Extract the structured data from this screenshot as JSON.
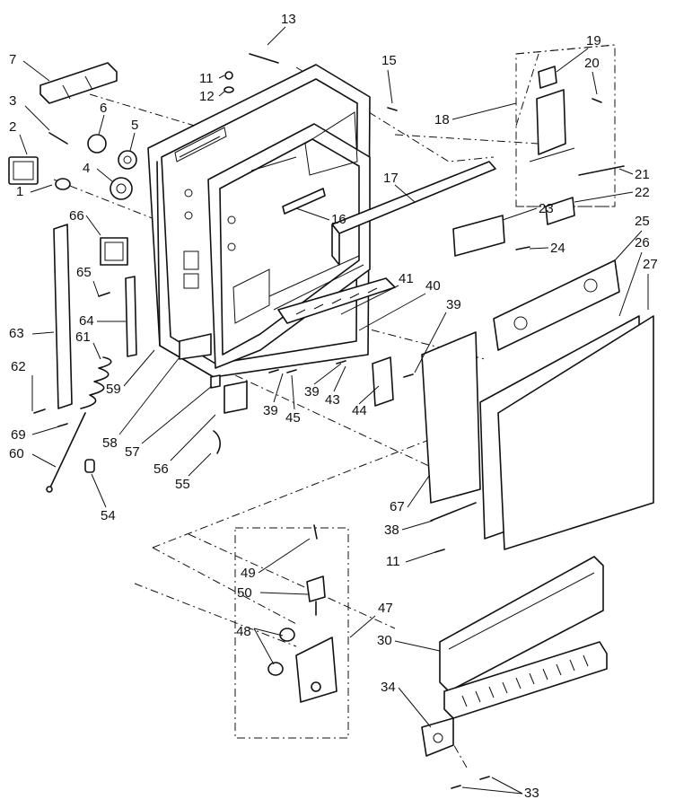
{
  "callouts": [
    {
      "id": "c1",
      "text": "1"
    },
    {
      "id": "c2",
      "text": "2"
    },
    {
      "id": "c3",
      "text": "3"
    },
    {
      "id": "c4",
      "text": "4"
    },
    {
      "id": "c5",
      "text": "5"
    },
    {
      "id": "c6",
      "text": "6"
    },
    {
      "id": "c7",
      "text": "7"
    },
    {
      "id": "c11a",
      "text": "11"
    },
    {
      "id": "c12",
      "text": "12"
    },
    {
      "id": "c13",
      "text": "13"
    },
    {
      "id": "c15",
      "text": "15"
    },
    {
      "id": "c16",
      "text": "16"
    },
    {
      "id": "c17",
      "text": "17"
    },
    {
      "id": "c18",
      "text": "18"
    },
    {
      "id": "c19",
      "text": "19"
    },
    {
      "id": "c20",
      "text": "20"
    },
    {
      "id": "c21",
      "text": "21"
    },
    {
      "id": "c22",
      "text": "22"
    },
    {
      "id": "c23",
      "text": "23"
    },
    {
      "id": "c24",
      "text": "24"
    },
    {
      "id": "c25",
      "text": "25"
    },
    {
      "id": "c26",
      "text": "26"
    },
    {
      "id": "c27",
      "text": "27"
    },
    {
      "id": "c30",
      "text": "30"
    },
    {
      "id": "c33",
      "text": "33"
    },
    {
      "id": "c34",
      "text": "34"
    },
    {
      "id": "c38",
      "text": "38"
    },
    {
      "id": "c39a",
      "text": "39"
    },
    {
      "id": "c39b",
      "text": "39"
    },
    {
      "id": "c39c",
      "text": "39"
    },
    {
      "id": "c40",
      "text": "40"
    },
    {
      "id": "c41",
      "text": "41"
    },
    {
      "id": "c43",
      "text": "43"
    },
    {
      "id": "c44",
      "text": "44"
    },
    {
      "id": "c45",
      "text": "45"
    },
    {
      "id": "c47",
      "text": "47"
    },
    {
      "id": "c48",
      "text": "48"
    },
    {
      "id": "c49",
      "text": "49"
    },
    {
      "id": "c50",
      "text": "50"
    },
    {
      "id": "c54",
      "text": "54"
    },
    {
      "id": "c55",
      "text": "55"
    },
    {
      "id": "c56",
      "text": "56"
    },
    {
      "id": "c57",
      "text": "57"
    },
    {
      "id": "c58",
      "text": "58"
    },
    {
      "id": "c59",
      "text": "59"
    },
    {
      "id": "c60",
      "text": "60"
    },
    {
      "id": "c61",
      "text": "61"
    },
    {
      "id": "c62",
      "text": "62"
    },
    {
      "id": "c63",
      "text": "63"
    },
    {
      "id": "c64",
      "text": "64"
    },
    {
      "id": "c65",
      "text": "65"
    },
    {
      "id": "c66",
      "text": "66"
    },
    {
      "id": "c67",
      "text": "67"
    },
    {
      "id": "c69",
      "text": "69"
    },
    {
      "id": "c11b",
      "text": "11"
    }
  ]
}
